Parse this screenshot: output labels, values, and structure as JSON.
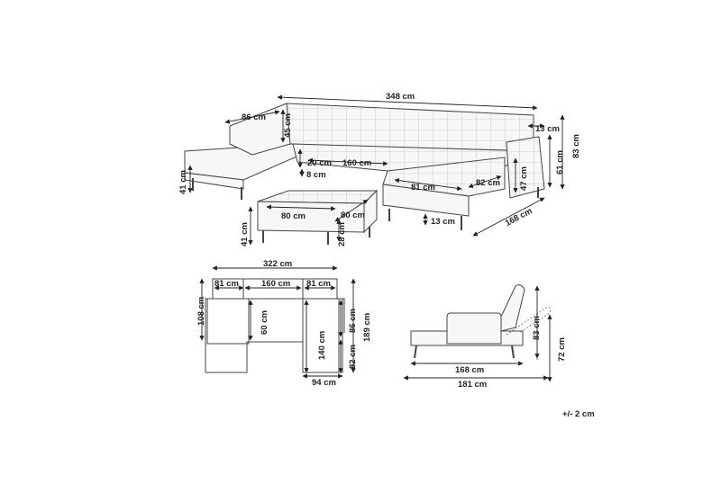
{
  "iso_view": {
    "width": "348 cm",
    "chaise_width": "86 cm",
    "back_height": "45 cm",
    "arm_width": "13 cm",
    "total_height": "83 cm",
    "back_top_height": "61 cm",
    "seat_height": "41 cm",
    "cushion_thickness": "20 cm",
    "middle_seat": "160 cm",
    "seat_base": "8 cm",
    "right_seat_width": "81 cm",
    "right_seat_depth": "82 cm",
    "arm_height": "47 cm",
    "depth": "168 cm",
    "leg_height": "13 cm",
    "ottoman_height": "41 cm",
    "ottoman_width": "80 cm",
    "ottoman_depth": "80 cm",
    "ottoman_base": "28 cm"
  },
  "plan_view": {
    "total_width": "322 cm",
    "left_section": "81 cm",
    "middle_section": "160 cm",
    "right_section": "81 cm",
    "left_depth": "108 cm",
    "seat_depth": "60 cm",
    "chaise_length": "140 cm",
    "ottoman_length": "86 cm",
    "ottoman_width": "82 cm",
    "total_depth": "189 cm",
    "ottoman_footprint": "94 cm"
  },
  "side_view": {
    "bed_length": "168 cm",
    "total_length": "181 cm",
    "height": "83 cm",
    "reclined_height": "72 cm"
  },
  "tolerance": "+/- 2 cm"
}
